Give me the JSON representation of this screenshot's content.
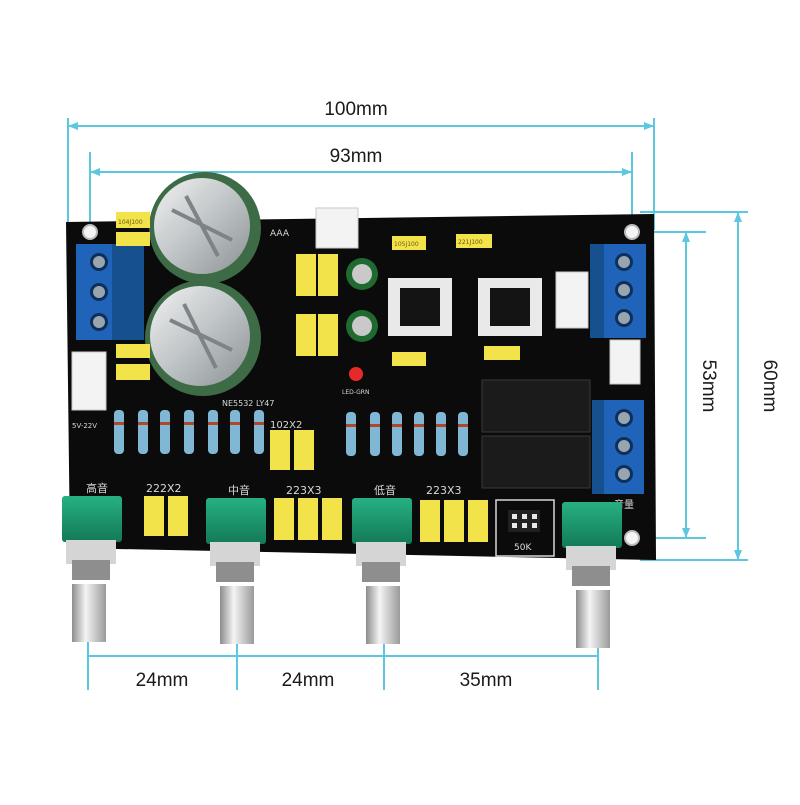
{
  "dimensions": {
    "overall_width": "100mm",
    "hole_spacing_width": "93mm",
    "overall_height": "60mm",
    "hole_spacing_height": "53mm",
    "knob_spacing_1": "24mm",
    "knob_spacing_2": "24mm",
    "knob_spacing_3": "35mm"
  },
  "board_labels": {
    "treble": "高音",
    "mid": "中音",
    "bass": "低音",
    "volume": "音量",
    "cap_group_1": "222X2",
    "cap_group_2": "223X3",
    "cap_group_3": "223X3",
    "cap_mid": "102X2",
    "pot_value": "50K",
    "chip_model": "NE5532 LY47",
    "power_label": "5V-22V",
    "led_label": "LED-GRN",
    "film_cap_a": "104J100",
    "film_cap_b": "105J100",
    "film_cap_c": "221J100",
    "header_label": "AAA"
  },
  "colors": {
    "board": "#0b0b0c",
    "dimension_line": "#5cc8e0",
    "terminal_blue": "#1f64b8",
    "pot_green": "#1a9a6e",
    "capacitor_yellow": "#f2e34a",
    "relay_black": "#1b1b1c"
  },
  "icons": {
    "pcb": "circuit-board-icon",
    "knob": "rotary-potentiometer-icon"
  }
}
